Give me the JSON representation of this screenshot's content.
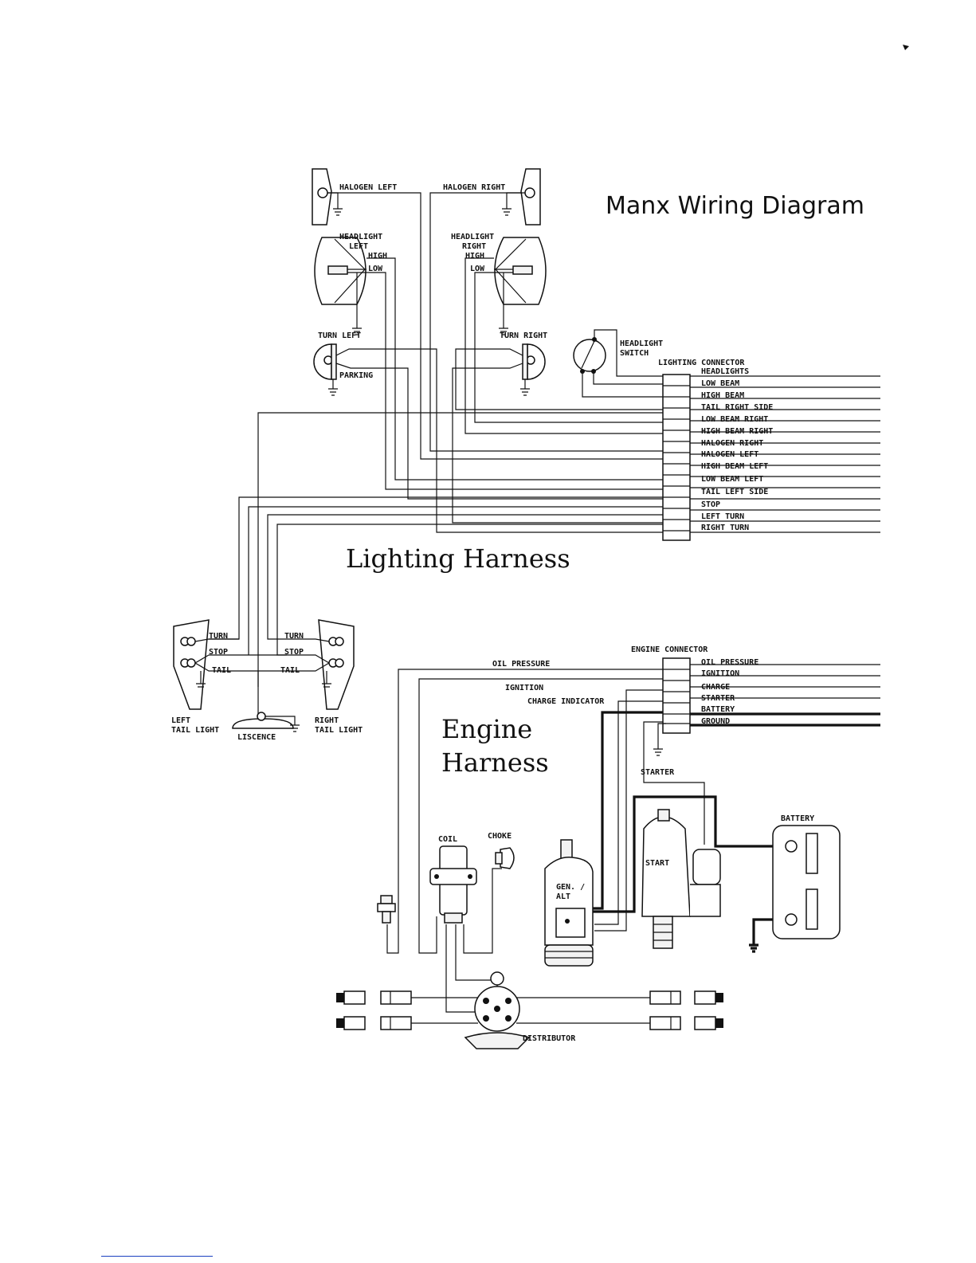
{
  "title": "Manx Wiring Diagram",
  "lighting_harness": "Lighting Harness",
  "engine_harness": [
    "Engine",
    "Harness"
  ],
  "components": {
    "halogen_left": "HALOGEN LEFT",
    "halogen_right": "HALOGEN RIGHT",
    "headlight_left": [
      "HEADLIGHT",
      "LEFT"
    ],
    "headlight_right": [
      "HEADLIGHT",
      "RIGHT"
    ],
    "high": "HIGH",
    "low": "LOW",
    "turn_left": "TURN LEFT",
    "turn_right": "TURN RIGHT",
    "parking": "PARKING",
    "headlight_switch": [
      "HEADLIGHT",
      "SWITCH"
    ],
    "lighting_connector": "LIGHTING CONNECTOR",
    "left_tail_light": [
      "LEFT",
      "TAIL LIGHT"
    ],
    "right_tail_light": [
      "RIGHT",
      "TAIL LIGHT"
    ],
    "liscence": "LISCENCE",
    "tail_turn": "TURN",
    "tail_stop": "STOP",
    "tail_tail": "TAIL",
    "engine_connector": "ENGINE CONNECTOR",
    "oil_pressure": "OIL PRESSURE",
    "ignition": "IGNITION",
    "charge_indicator": "CHARGE INDICATOR",
    "starter": "STARTER",
    "battery": "BATTERY",
    "coil": "COIL",
    "choke": "CHOKE",
    "gen_alt": [
      "GEN. /",
      "ALT"
    ],
    "start": "START",
    "distributor": "DISTRIBUTOR"
  },
  "lighting_connector_pins": [
    "HEADLIGHTS",
    "LOW BEAM",
    "HIGH BEAM",
    "TAIL RIGHT SIDE",
    "LOW BEAM RIGHT",
    "HIGH BEAM RIGHT",
    "HALOGEN RIGHT",
    "HALOGEN LEFT",
    "HIGH BEAM LEFT",
    "LOW BEAM LEFT",
    "TAIL LEFT SIDE",
    "STOP",
    "LEFT TURN",
    "RIGHT TURN"
  ],
  "engine_connector_pins": [
    "OIL PRESSURE",
    "IGNITION",
    "CHARGE",
    "STARTER",
    "BATTERY",
    "GROUND"
  ]
}
